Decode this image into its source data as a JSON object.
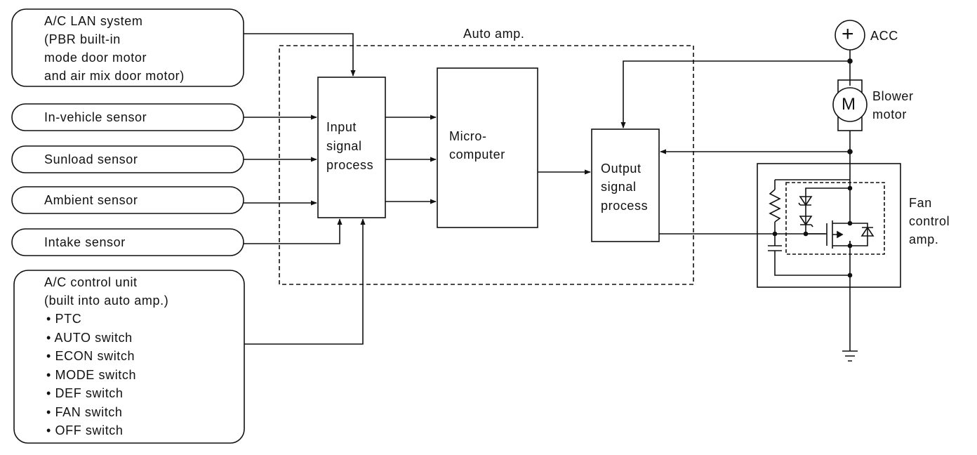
{
  "auto_amp_label": "Auto amp.",
  "lan_system": [
    "A/C LAN system",
    "(PBR built-in",
    "mode door motor",
    "and air mix door motor)"
  ],
  "sensors": {
    "in_vehicle": "In-vehicle sensor",
    "sunload": "Sunload sensor",
    "ambient": "Ambient sensor",
    "intake": "Intake sensor"
  },
  "control_unit": {
    "title": [
      "A/C control unit",
      "(built into auto amp.)"
    ],
    "items": [
      "• PTC",
      "• AUTO switch",
      "• ECON switch",
      "• MODE switch",
      "• DEF switch",
      "• FAN switch",
      "• OFF switch"
    ]
  },
  "input_block": [
    "Input",
    "signal",
    "process"
  ],
  "micro_block": [
    "Micro-",
    "computer"
  ],
  "output_block": [
    "Output",
    "signal",
    "process"
  ],
  "acc_symbol": "+",
  "acc_label": "ACC",
  "motor_symbol": "M",
  "blower_label": [
    "Blower",
    "motor"
  ],
  "fan_amp_label": [
    "Fan",
    "control",
    "amp."
  ]
}
